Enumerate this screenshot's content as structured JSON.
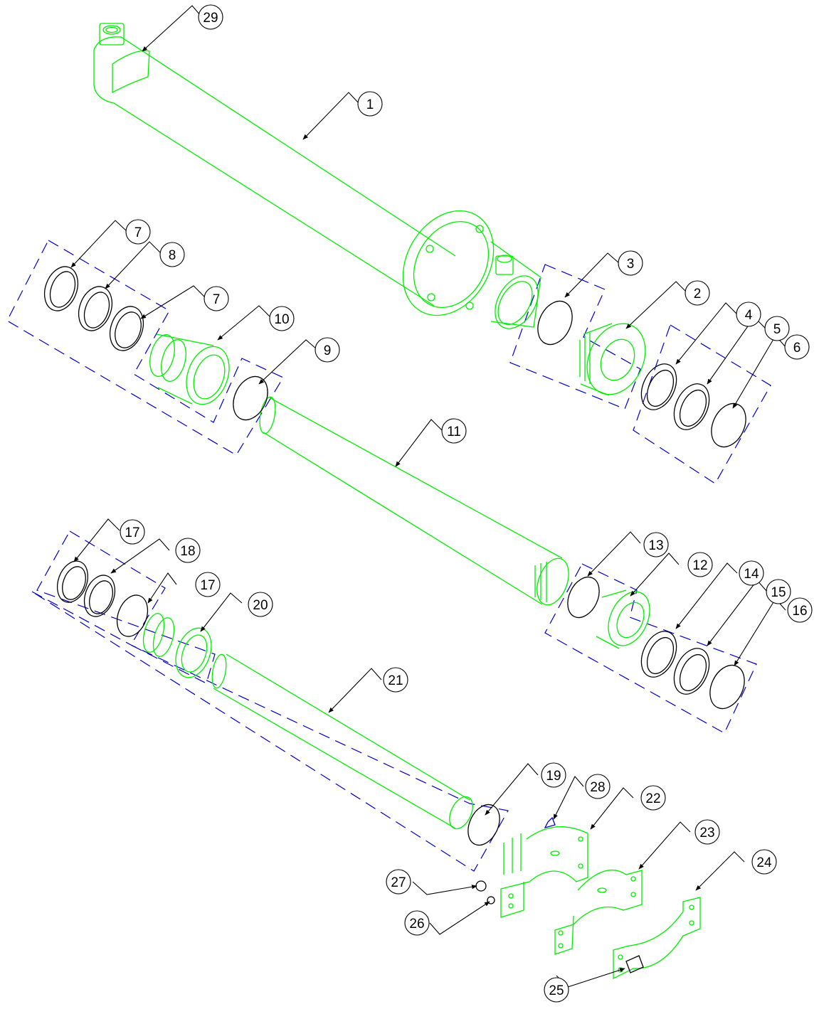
{
  "colors": {
    "part": "#00ee00",
    "line": "#000000",
    "group": "#0000cc",
    "background": "#ffffff"
  },
  "callouts": [
    "29",
    "1",
    "7",
    "8",
    "7",
    "10",
    "9",
    "3",
    "2",
    "4",
    "5",
    "6",
    "11",
    "17",
    "18",
    "17",
    "20",
    "13",
    "12",
    "14",
    "15",
    "16",
    "21",
    "19",
    "28",
    "22",
    "23",
    "24",
    "27",
    "26",
    "25"
  ]
}
